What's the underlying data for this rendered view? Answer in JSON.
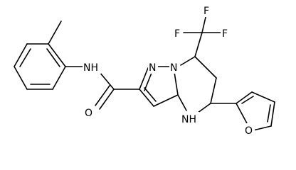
{
  "molecule": {
    "atoms": [
      {
        "id": "NH_amide",
        "text": "NH"
      },
      {
        "id": "O_carbonyl",
        "text": "O"
      },
      {
        "id": "N_pyrazole",
        "text": "N"
      },
      {
        "id": "N_bridge",
        "text": "N"
      },
      {
        "id": "NH_ring",
        "text": "NH"
      },
      {
        "id": "O_furan",
        "text": "O"
      },
      {
        "id": "F_top",
        "text": "F"
      },
      {
        "id": "F_left",
        "text": "F"
      },
      {
        "id": "F_right",
        "text": "F"
      }
    ]
  }
}
